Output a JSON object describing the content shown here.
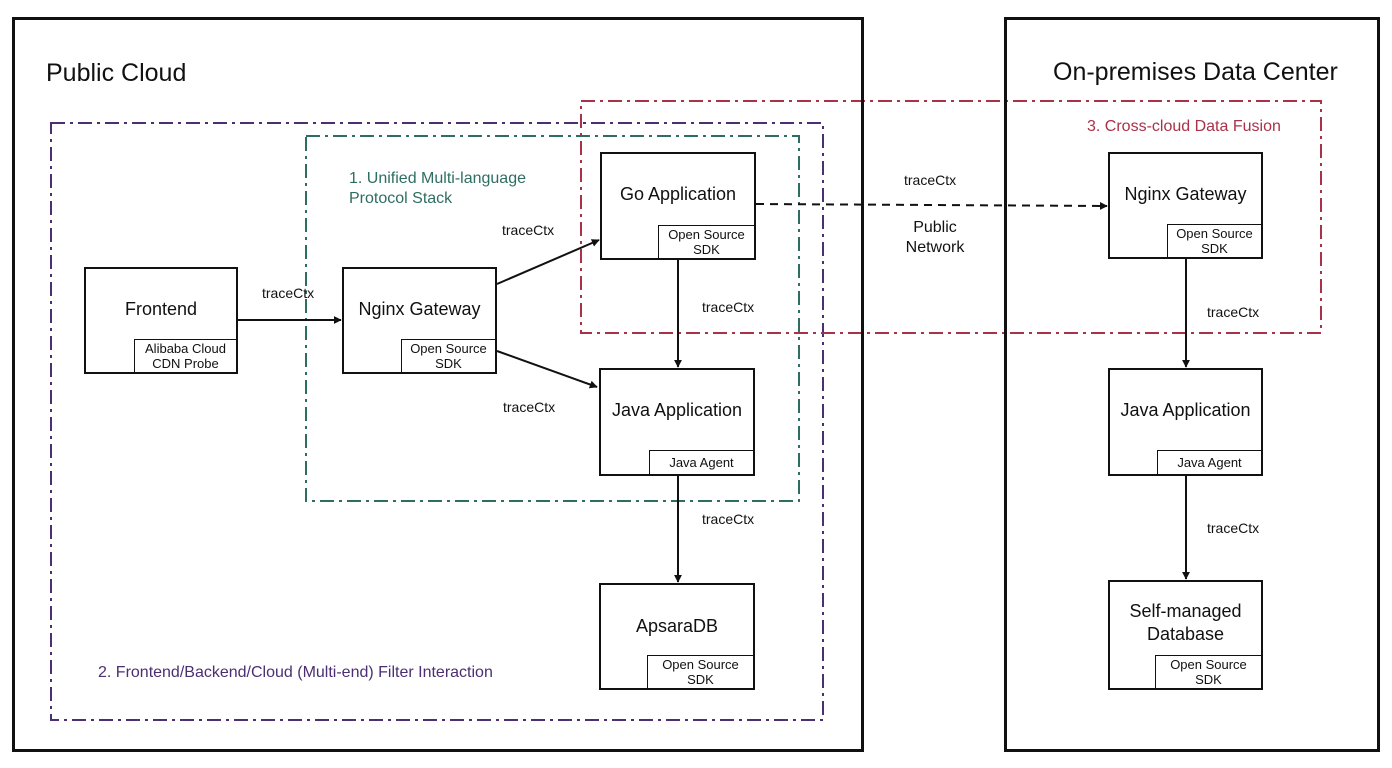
{
  "colors": {
    "stroke": "#111111",
    "group_protocol": "#2e6e62",
    "group_filter": "#4b2f72",
    "group_fusion": "#a83248"
  },
  "regions": {
    "public_cloud": "Public Cloud",
    "on_premises": "On-premises Data Center"
  },
  "groups": {
    "protocol_stack": "1. Unified Multi-language\nProtocol Stack",
    "filter_interaction": "2. Frontend/Backend/Cloud (Multi-end) Filter Interaction",
    "data_fusion": "3. Cross-cloud Data Fusion"
  },
  "nodes": {
    "frontend": {
      "title": "Frontend",
      "tag": "Alibaba Cloud\nCDN Probe"
    },
    "nginx_cloud": {
      "title": "Nginx Gateway",
      "tag": "Open Source\nSDK"
    },
    "go_app": {
      "title": "Go Application",
      "tag": "Open Source\nSDK"
    },
    "java_cloud": {
      "title": "Java Application",
      "tag": "Java Agent"
    },
    "apsaradb": {
      "title": "ApsaraDB",
      "tag": "Open Source\nSDK"
    },
    "nginx_onprem": {
      "title": "Nginx Gateway",
      "tag": "Open Source\nSDK"
    },
    "java_onprem": {
      "title": "Java Application",
      "tag": "Java Agent"
    },
    "selfdb": {
      "title": "Self-managed\nDatabase",
      "tag": "Open Source\nSDK"
    }
  },
  "edges": {
    "frontend_to_nginx": "traceCtx",
    "nginx_to_go": "traceCtx",
    "nginx_to_java": "traceCtx",
    "go_to_java": "traceCtx",
    "java_to_apsaradb": "traceCtx",
    "go_to_onprem_nginx": "traceCtx",
    "onprem_nginx_to_java": "traceCtx",
    "onprem_java_to_db": "traceCtx"
  },
  "network": {
    "label": "Public\nNetwork"
  }
}
